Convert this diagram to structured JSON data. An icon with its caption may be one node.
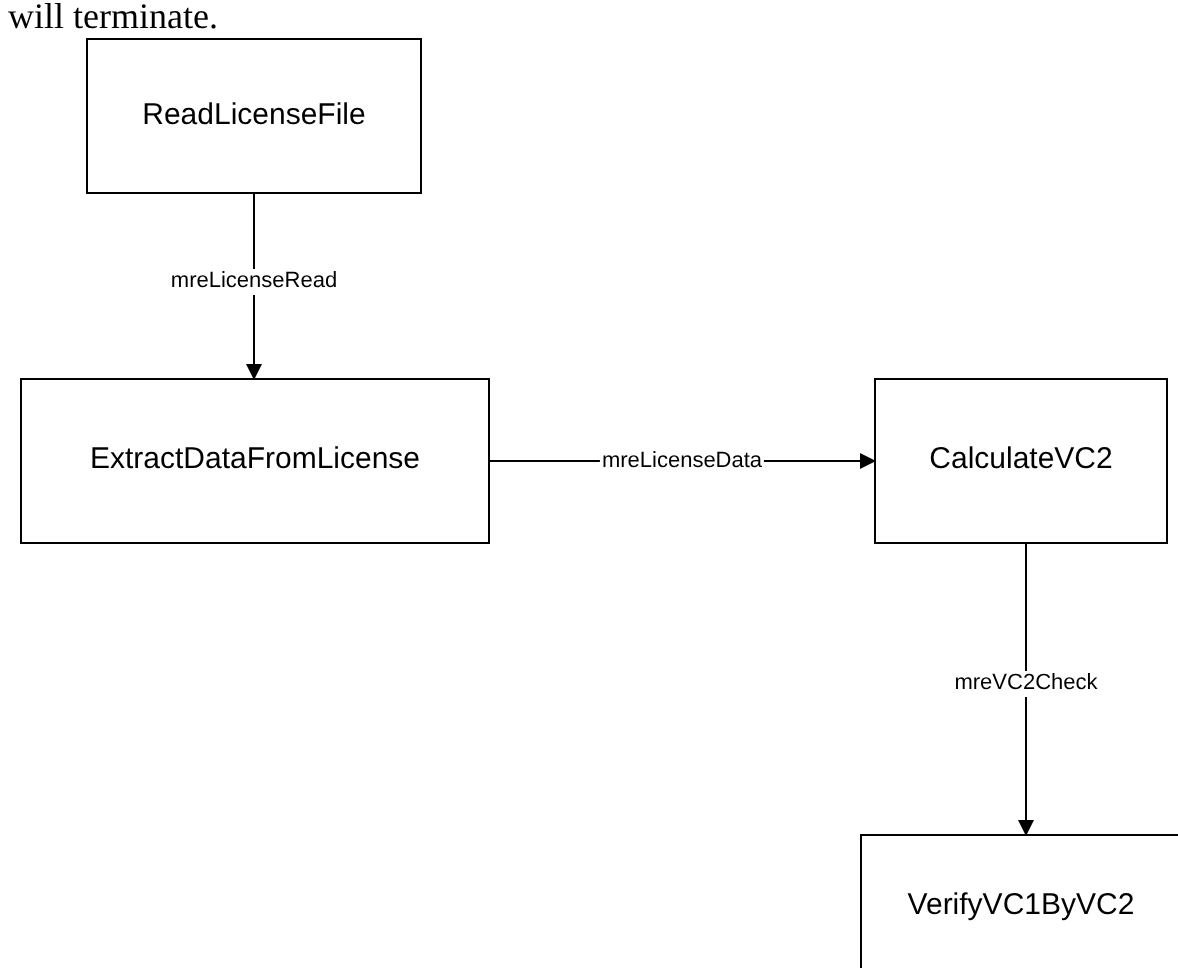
{
  "diagram": {
    "nodes": [
      {
        "text": [
          "ReadLicenseFile"
        ]
      },
      {
        "text": [
          "ExtractDataFromLicense"
        ]
      },
      {
        "text": [
          "CalculateVC2"
        ]
      },
      {
        "text": [
          "VerifyVC1ByVC2"
        ]
      }
    ],
    "edges": [
      {
        "from": 0,
        "to": 1,
        "arrow": "to",
        "label": "mreLicenseRead"
      },
      {
        "from": 1,
        "to": 2,
        "arrow": "to",
        "label": "mreLicenseData"
      },
      {
        "from": 2,
        "to": 3,
        "arrow": "to",
        "label": "mreVC2Check"
      }
    ],
    "labels": [
      "will terminate."
    ]
  }
}
